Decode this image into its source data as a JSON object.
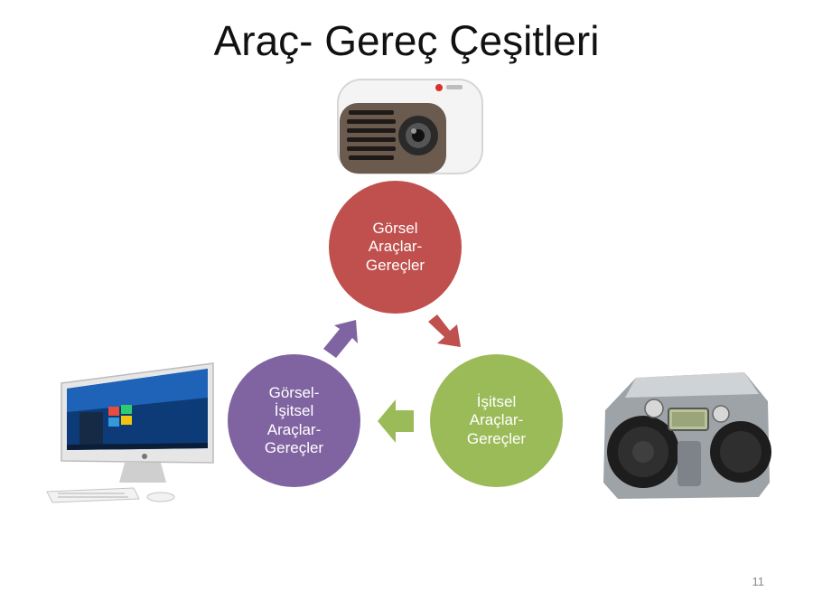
{
  "slide": {
    "title": "Araç- Gereç Çeşitleri",
    "page_number": "11"
  },
  "cycle": {
    "nodes": [
      {
        "label": "Görsel\nAraçlar-\nGereçler",
        "color": "#c0504d"
      },
      {
        "label": "İşitsel\nAraçlar-\nGereçler",
        "color": "#9bbb59"
      },
      {
        "label": "Görsel-\nİşitsel\nAraçlar-\nGereçler",
        "color": "#8064a2"
      }
    ]
  },
  "pictures": [
    "projector",
    "desktop-computer",
    "cd-radio-player"
  ]
}
